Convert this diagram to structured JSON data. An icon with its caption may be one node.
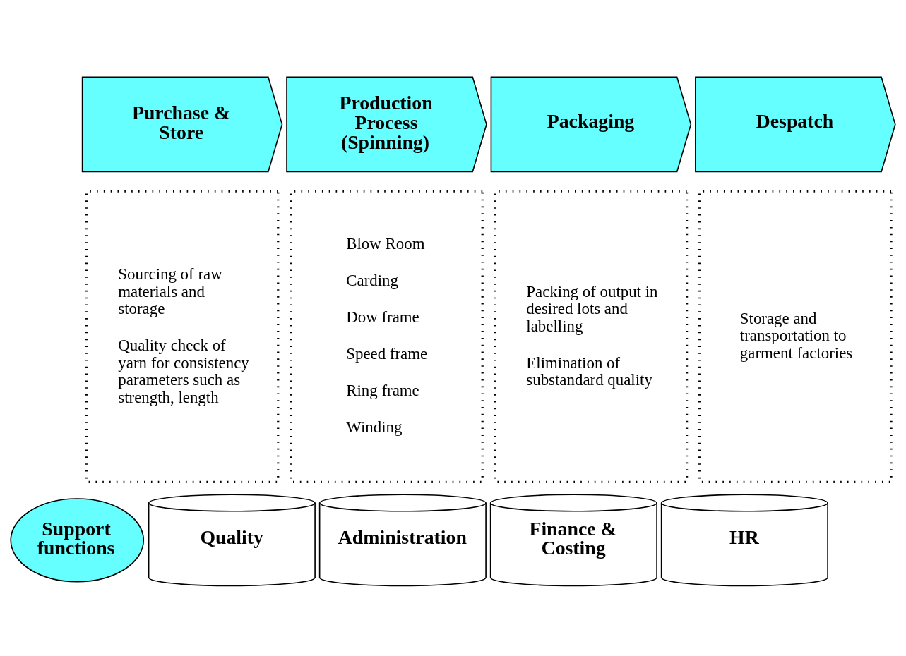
{
  "diagram": {
    "nodes": [
      {
        "text": [
          "Purchase & Store"
        ]
      },
      {
        "text": [
          "Production Process (Spinning)"
        ]
      },
      {
        "text": [
          "Packaging"
        ]
      },
      {
        "text": [
          "Despatch"
        ]
      },
      {
        "text": [
          "Sourcing of raw materials and storage",
          "Quality check of yarn for consistency parameters such as strength, length"
        ]
      },
      {
        "text": [
          "Blow Room",
          "Carding",
          "Dow frame",
          "Speed frame",
          "Ring frame",
          "Winding"
        ]
      },
      {
        "text": [
          "Packing of output in desired lots and labelling",
          "Elimination of substandard quality"
        ]
      },
      {
        "text": [
          "Storage and transportation to garment factories"
        ]
      },
      {
        "text": [
          "Support functions"
        ]
      },
      {
        "text": [
          "Quality"
        ]
      },
      {
        "text": [
          "Administration"
        ]
      },
      {
        "text": [
          "Finance & Costing"
        ]
      },
      {
        "text": [
          "HR"
        ]
      }
    ],
    "edges": []
  }
}
